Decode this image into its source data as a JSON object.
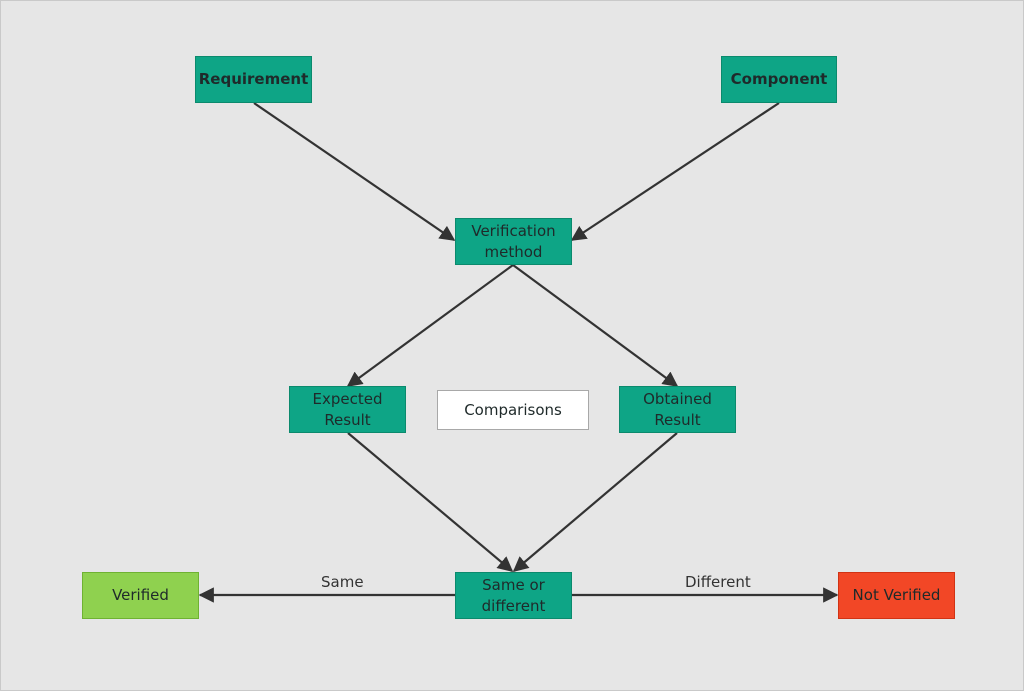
{
  "colors": {
    "background": "#e6e6e6",
    "process": "#0ea586",
    "success": "#8fd14f",
    "failure": "#f24726",
    "neutral": "#ffffff",
    "edge": "#333333"
  },
  "nodes": {
    "requirement": {
      "label": "Requirement"
    },
    "component": {
      "label": "Component"
    },
    "verification_method": {
      "label": "Verification\nmethod"
    },
    "expected_result": {
      "label": "Expected\nResult"
    },
    "comparisons": {
      "label": "Comparisons"
    },
    "obtained_result": {
      "label": "Obtained\nResult"
    },
    "same_or_different": {
      "label": "Same or\ndifferent"
    },
    "verified": {
      "label": "Verified"
    },
    "not_verified": {
      "label": "Not Verified"
    }
  },
  "edges": [
    {
      "from": "requirement",
      "to": "verification_method"
    },
    {
      "from": "component",
      "to": "verification_method"
    },
    {
      "from": "verification_method",
      "to": "expected_result"
    },
    {
      "from": "verification_method",
      "to": "obtained_result"
    },
    {
      "from": "expected_result",
      "to": "same_or_different"
    },
    {
      "from": "obtained_result",
      "to": "same_or_different"
    },
    {
      "from": "same_or_different",
      "to": "verified",
      "label": "Same"
    },
    {
      "from": "same_or_different",
      "to": "not_verified",
      "label": "Different"
    }
  ],
  "edge_labels": {
    "same": "Same",
    "different": "Different"
  }
}
